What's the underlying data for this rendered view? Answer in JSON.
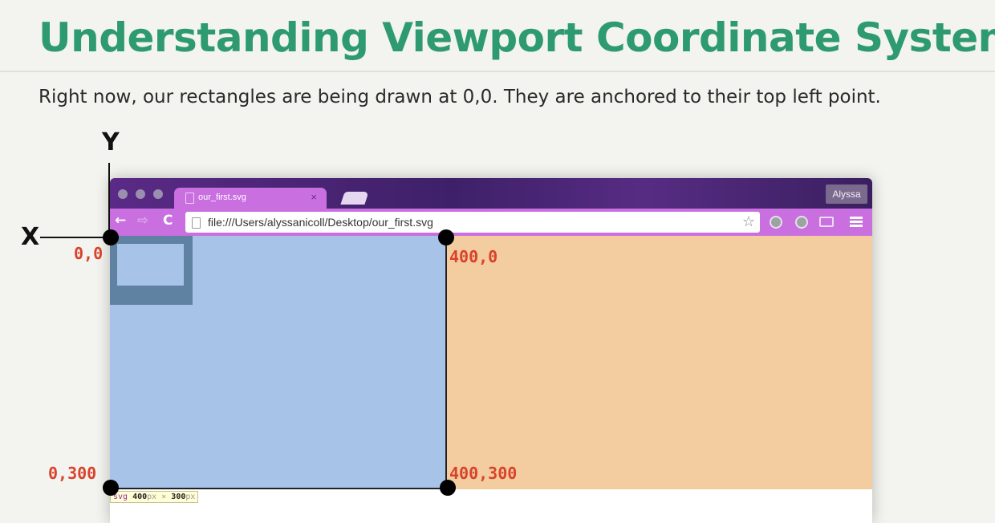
{
  "slide": {
    "title": "Understanding Viewport Coordinate System",
    "subtitle": "Right now, our rectangles are being drawn at 0,0. They are anchored to their top left point."
  },
  "axes": {
    "y_label": "Y",
    "x_label": "X"
  },
  "browser": {
    "tab_title": "our_first.svg",
    "tab_close": "×",
    "profile_name": "Alyssa",
    "url": "file:///Users/alyssanicoll/Desktop/our_first.svg"
  },
  "icons": {
    "back": "←",
    "forward": "⇨",
    "reload": "C",
    "star": "☆"
  },
  "tooltip": {
    "element": "svg",
    "width": "400",
    "height": "300",
    "unit": "px",
    "times": "×"
  },
  "coordinates": {
    "top_left": "0,0",
    "top_right": "400,0",
    "bottom_left": "0,300",
    "bottom_right": "400,300"
  },
  "colors": {
    "title": "#2e9a6f",
    "coordinate_label": "#d8432c",
    "svg_fill": "#a7c4e8",
    "rect_fill": "#5f82a2",
    "page_background": "#f3cc9f",
    "browser_tab": "#c96fe0"
  }
}
